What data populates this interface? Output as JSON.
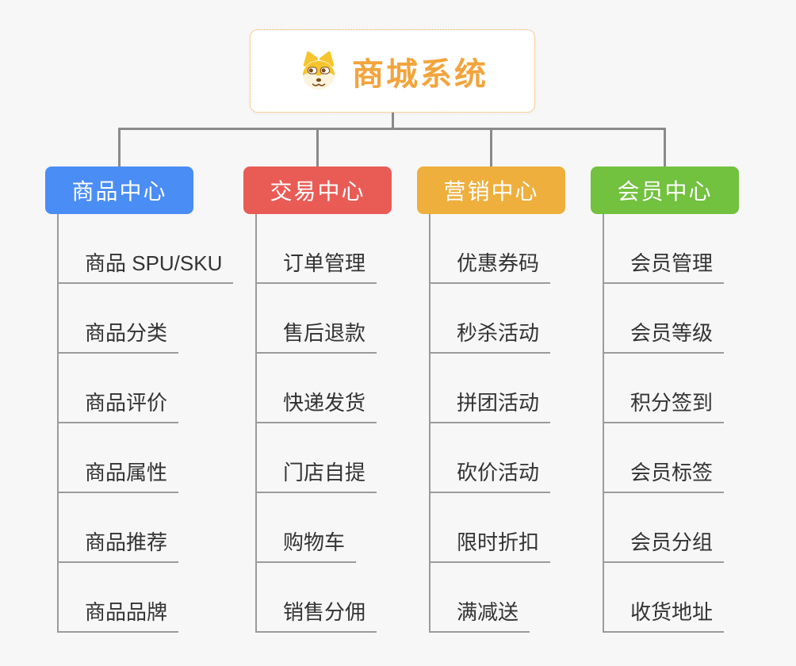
{
  "page": {
    "background_color": "#f7f7f7",
    "connector_color": "#8a8a8a",
    "leaf_text_color": "#333333",
    "leaf_line_color": "#9b9b9b"
  },
  "root": {
    "title": "商城系统",
    "icon": "dog-face-icon",
    "accent_color": "#f2a43c",
    "border_style": "dotted"
  },
  "branches": [
    {
      "label": "商品中心",
      "color": "#4a8df5",
      "items": [
        "商品 SPU/SKU",
        "商品分类",
        "商品评价",
        "商品属性",
        "商品推荐",
        "商品品牌"
      ]
    },
    {
      "label": "交易中心",
      "color": "#e95c56",
      "items": [
        "订单管理",
        "售后退款",
        "快递发货",
        "门店自提",
        "购物车",
        "销售分佣"
      ]
    },
    {
      "label": "营销中心",
      "color": "#eeaf3d",
      "items": [
        "优惠券码",
        "秒杀活动",
        "拼团活动",
        "砍价活动",
        "限时折扣",
        "满减送"
      ]
    },
    {
      "label": "会员中心",
      "color": "#72c13f",
      "items": [
        "会员管理",
        "会员等级",
        "积分签到",
        "会员标签",
        "会员分组",
        "收货地址"
      ]
    }
  ]
}
